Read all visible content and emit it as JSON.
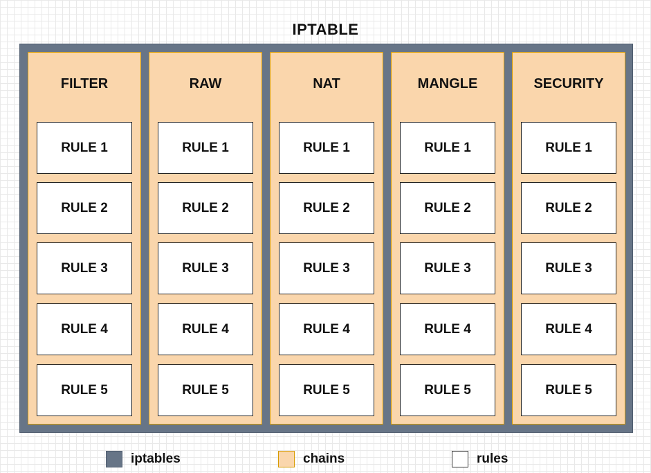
{
  "title": "IPTABLE",
  "colors": {
    "iptables": "#677587",
    "chains": "#fad6ac",
    "rules": "#ffffff"
  },
  "chains": [
    {
      "name": "FILTER",
      "rules": [
        "RULE 1",
        "RULE 2",
        "RULE 3",
        "RULE 4",
        "RULE 5"
      ]
    },
    {
      "name": "RAW",
      "rules": [
        "RULE 1",
        "RULE 2",
        "RULE 3",
        "RULE 4",
        "RULE 5"
      ]
    },
    {
      "name": "NAT",
      "rules": [
        "RULE 1",
        "RULE 2",
        "RULE 3",
        "RULE 4",
        "RULE 5"
      ]
    },
    {
      "name": "MANGLE",
      "rules": [
        "RULE 1",
        "RULE 2",
        "RULE 3",
        "RULE 4",
        "RULE 5"
      ]
    },
    {
      "name": "SECURITY",
      "rules": [
        "RULE 1",
        "RULE 2",
        "RULE 3",
        "RULE 4",
        "RULE 5"
      ]
    }
  ],
  "legend": [
    {
      "label": "iptables",
      "color_key": "iptables"
    },
    {
      "label": "chains",
      "color_key": "chains"
    },
    {
      "label": "rules",
      "color_key": "rules"
    }
  ]
}
